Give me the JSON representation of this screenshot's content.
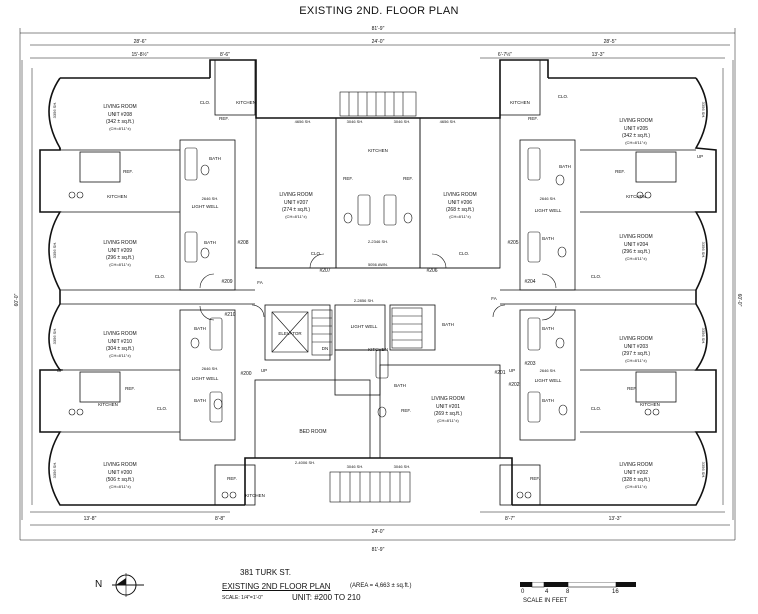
{
  "title": "EXISTING  2ND. FLOOR PLAN",
  "units": [
    {
      "room": "LIVING ROOM",
      "unit": "UNIT #208",
      "area": "(342 ± sq.ft.)",
      "ch": "(CH=8'11\"±)"
    },
    {
      "room": "LIVING ROOM",
      "unit": "UNIT #209",
      "area": "(296 ± sq.ft.)",
      "ch": "(CH=8'11\"±)"
    },
    {
      "room": "LIVING ROOM",
      "unit": "UNIT #210",
      "area": "(304 ± sq.ft.)",
      "ch": "(CH=8'11\"±)"
    },
    {
      "room": "LIVING ROOM",
      "unit": "UNIT #200",
      "area": "(506 ± sq.ft.)",
      "ch": "(CH=8'11\"±)"
    },
    {
      "room": "LIVING ROOM",
      "unit": "UNIT #207",
      "area": "(274 ± sq.ft.)",
      "ch": "(CH=8'11\"±)"
    },
    {
      "room": "LIVING ROOM",
      "unit": "UNIT #206",
      "area": "(268 ± sq.ft.)",
      "ch": "(CH=8'11\"±)"
    },
    {
      "room": "LIVING ROOM",
      "unit": "UNIT #205",
      "area": "(342 ± sq.ft.)",
      "ch": "(CH=8'11\"±)"
    },
    {
      "room": "LIVING ROOM",
      "unit": "UNIT #204",
      "area": "(296 ± sq.ft.)",
      "ch": "(CH=8'11\"±)"
    },
    {
      "room": "LIVING ROOM",
      "unit": "UNIT #203",
      "area": "(297 ± sq.ft.)",
      "ch": "(CH=8'11\"±)"
    },
    {
      "room": "LIVING ROOM",
      "unit": "UNIT #202",
      "area": "(328 ± sq.ft.)",
      "ch": "(CH=8'11\"±)"
    },
    {
      "room": "LIVING ROOM",
      "unit": "UNIT #201",
      "area": "(269 ± sq.ft.)",
      "ch": "(CH=8'11\"±)"
    }
  ],
  "rooms": {
    "kitchen": "KITCHEN",
    "bath": "BATH",
    "light_well": "LIGHT WELL",
    "clo": "CLO.",
    "ref": "REF.",
    "elevator": "ELEVATOR",
    "bed_room": "BED ROOM",
    "up": "UP",
    "dn": "DN",
    "fa": "FA"
  },
  "dimensions": {
    "overall": "81'-9\"",
    "left_wing": "28'-6\"",
    "center": "24'-0\"",
    "right_wing": "28'-5\"",
    "top_left_a": "15'-8½\"",
    "top_left_b": "8'-6\"",
    "top_right_a": "6'-7½\"",
    "top_right_b": "13'-3\"",
    "bottom_left_a": "13'-8\"",
    "bottom_left_b": "8'-8\"",
    "bottom_right_a": "8'-7\"",
    "bottom_right_b": "13'-3\"",
    "side_total": "60'-0\""
  },
  "windows": {
    "sh_4656": "4656 SH.",
    "sh_3046": "3046 SH.",
    "sh_3356": "3356 SH.",
    "sh_2646": "2646 SH.",
    "sh_2856": "2-2856 SH.",
    "sh_2346": "2-2346 SH.",
    "sh_4006": "2-4006 SH.",
    "sh_5056": "5056 AWN."
  },
  "door_tags": [
    "#200",
    "#201",
    "#202",
    "#203",
    "#204",
    "#205",
    "#206",
    "#207",
    "#208",
    "#209",
    "#210"
  ],
  "footer": {
    "address": "381 TURK ST.",
    "plan_title": "EXISTING 2ND FLOOR PLAN",
    "area": "(AREA = 4,663 ± sq.ft.)",
    "scale": "SCALE: 1/4\"=1'-0\"",
    "units_range": "UNIT: #200 TO 210",
    "north": "N",
    "bar_ticks": [
      "0",
      "4",
      "8",
      "16"
    ],
    "bar_caption": "SCALE IN FEET"
  }
}
